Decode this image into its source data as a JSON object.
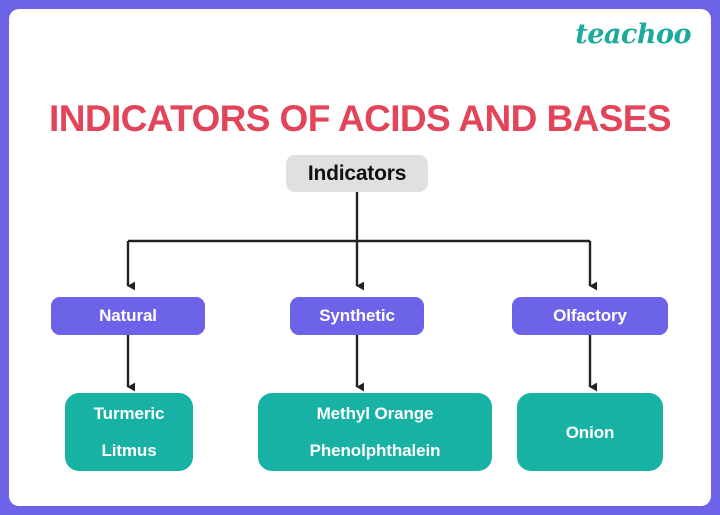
{
  "poster": {
    "frame_color": "#6c63e8",
    "card_color": "#ffffff",
    "title": "INDICATORS OF ACIDS AND BASES",
    "title_color": "#e2455a",
    "brand": "teachoo",
    "brand_color": "#1aab9b"
  },
  "diagram": {
    "type": "tree",
    "root": {
      "label": "Indicators",
      "bg": "#e0e0e0",
      "text_color": "#111111"
    },
    "categories": [
      {
        "label": "Natural",
        "bg": "#6c63e8",
        "text_color": "#ffffff",
        "items": [
          "Turmeric",
          "Litmus"
        ],
        "items_bg": "#18b2a4"
      },
      {
        "label": "Synthetic",
        "bg": "#6c63e8",
        "text_color": "#ffffff",
        "items": [
          "Methyl Orange",
          "Phenolphthalein"
        ],
        "items_bg": "#18b2a4"
      },
      {
        "label": "Olfactory",
        "bg": "#6c63e8",
        "text_color": "#ffffff",
        "items": [
          "Onion"
        ],
        "items_bg": "#18b2a4"
      }
    ],
    "connector_color": "#222222"
  }
}
